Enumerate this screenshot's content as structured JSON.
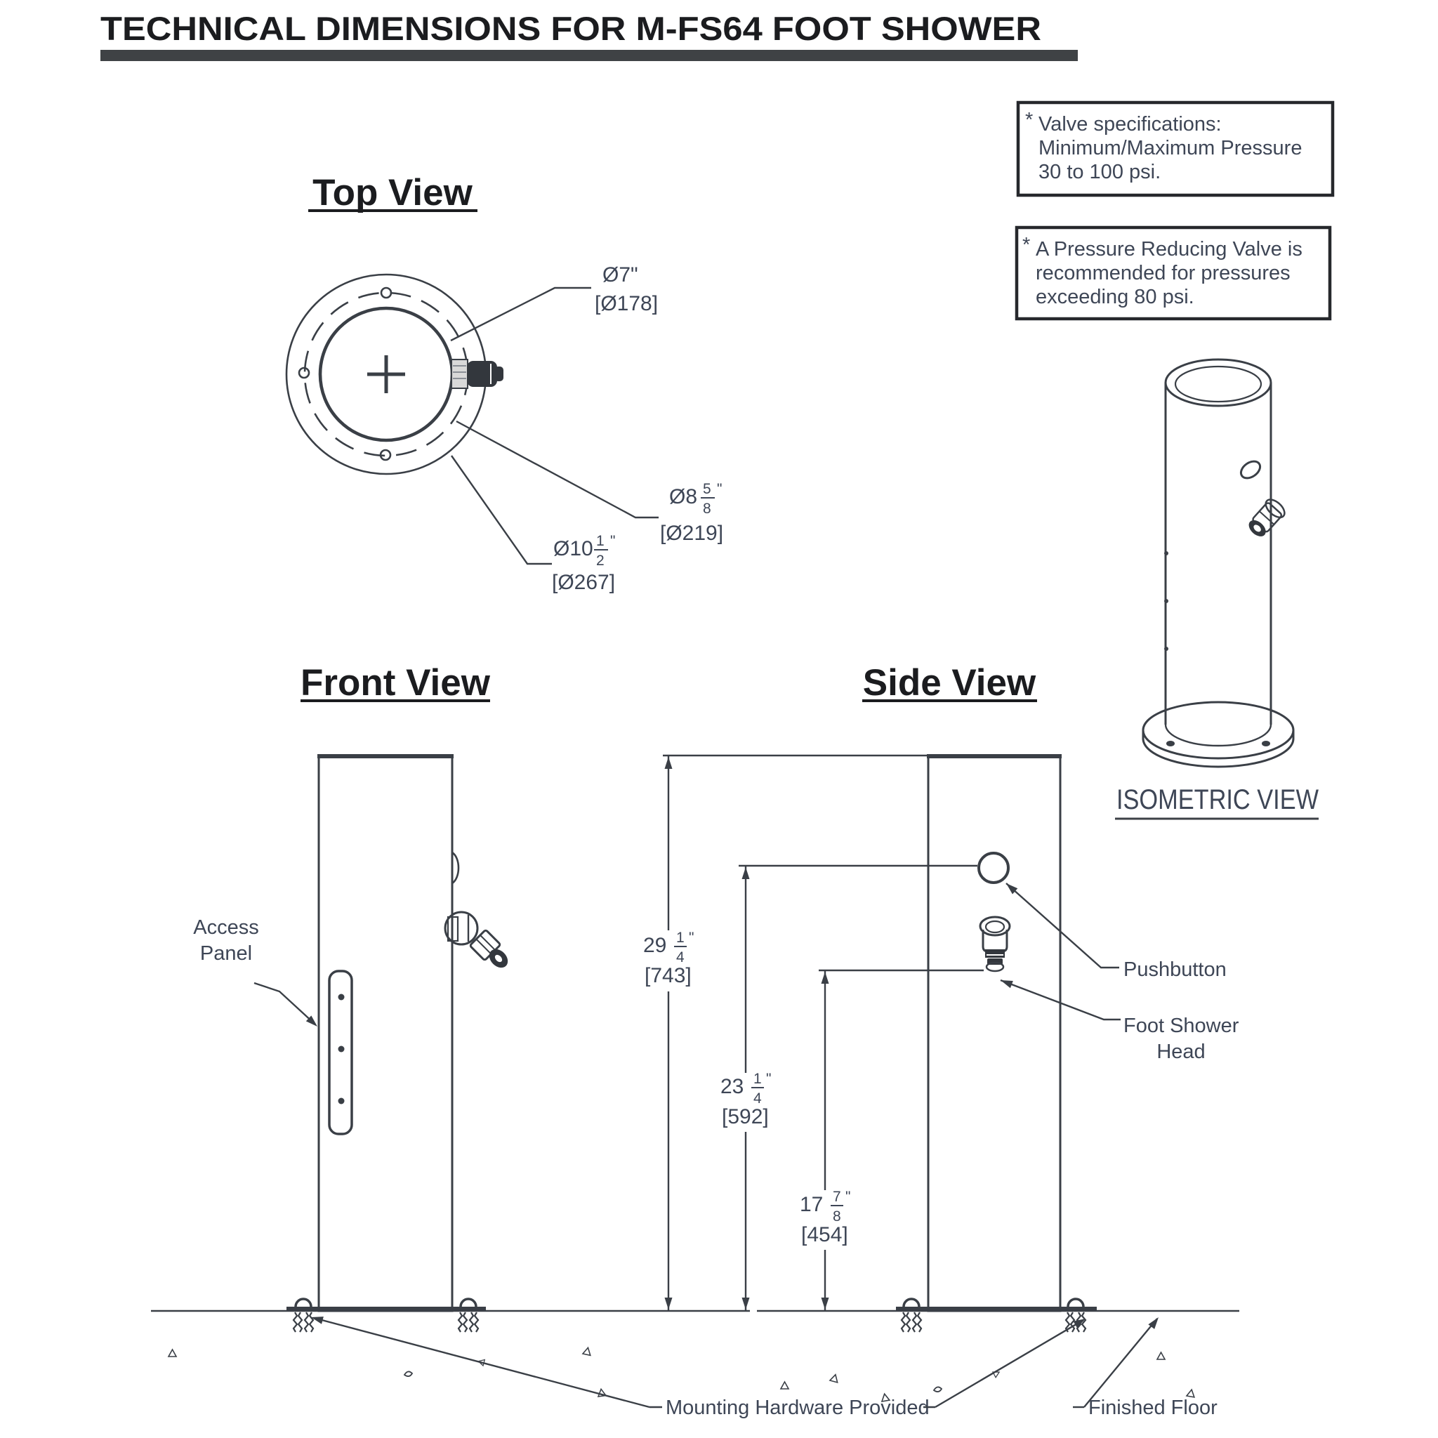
{
  "title": {
    "text": "TECHNICAL DIMENSIONS FOR M-FS64 FOOT SHOWER"
  },
  "notes": {
    "box1": {
      "star": "*",
      "line1": "Valve specifications:",
      "line2": "Minimum/Maximum Pressure",
      "line3": "30 to 100 psi."
    },
    "box2": {
      "star": "*",
      "line1": "A Pressure Reducing Valve is",
      "line2": "recommended for pressures",
      "line3": "exceeding 80 psi."
    }
  },
  "headings": {
    "top": "Top View",
    "front": "Front View",
    "side": "Side View",
    "isometric": "ISOMETRIC VIEW"
  },
  "top_view": {
    "dia_inner": {
      "inch": "Ø7\"",
      "mm": "[Ø178]"
    },
    "dia_bolt": {
      "whole": "Ø8",
      "num": "5",
      "den": "8",
      "unit": "\"",
      "mm": "[Ø219]"
    },
    "dia_outer": {
      "whole": "Ø10",
      "num": "1",
      "den": "2",
      "unit": "\"",
      "mm": "[Ø267]"
    }
  },
  "side_view": {
    "dim_total": {
      "whole": "29",
      "num": "1",
      "den": "4",
      "unit": "\"",
      "mm": "[743]"
    },
    "dim_pushbutton": {
      "whole": "23",
      "num": "1",
      "den": "4",
      "unit": "\"",
      "mm": "[592]"
    },
    "dim_head": {
      "whole": "17",
      "num": "7",
      "den": "8",
      "unit": "\"",
      "mm": "[454]"
    },
    "pushbutton_label": "Pushbutton",
    "head_label_1": "Foot Shower",
    "head_label_2": "Head"
  },
  "front_view": {
    "access_label_1": "Access",
    "access_label_2": "Panel"
  },
  "footer": {
    "mounting": "Mounting Hardware Provided",
    "finished_floor": "Finished Floor"
  }
}
